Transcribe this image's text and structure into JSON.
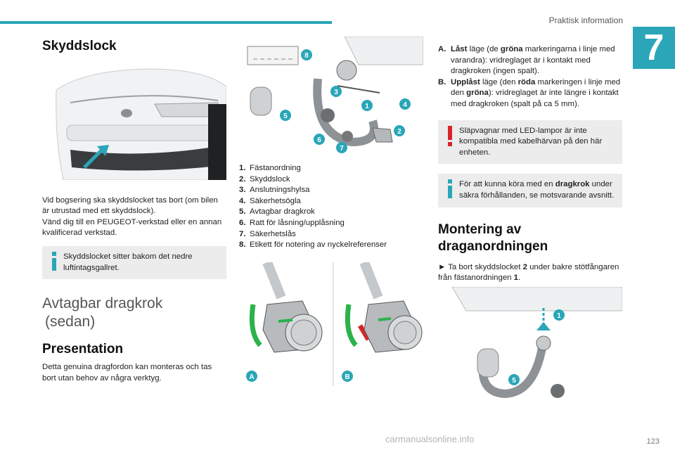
{
  "header": {
    "section": "Praktisk information",
    "chapter": "7"
  },
  "left": {
    "h_protect": "Skyddslock",
    "p1": "Vid bogsering ska skyddslocket tas bort (om bilen är utrustad med ett skyddslock).",
    "p2": "Vänd dig till en PEUGEOT-verkstad eller en annan kvalificerad verkstad.",
    "note": "Skyddslocket sitter bakom det nedre luftintagsgallret.",
    "h_tow_1": "Avtagbar dragkrok",
    "h_tow_2": "(sedan)",
    "h_pres": "Presentation",
    "p3": "Detta genuina dragfordon kan monteras och tas bort utan behov av några verktyg."
  },
  "middle": {
    "parts": [
      {
        "num": "1.",
        "label": "Fästanordning"
      },
      {
        "num": "2.",
        "label": "Skyddslock"
      },
      {
        "num": "3.",
        "label": "Anslutningshylsa"
      },
      {
        "num": "4.",
        "label": "Säkerhetsögla"
      },
      {
        "num": "5.",
        "label": "Avtagbar dragkrok"
      },
      {
        "num": "6.",
        "label": "Ratt för låsning/upplåsning"
      },
      {
        "num": "7.",
        "label": "Säkerhetslås"
      },
      {
        "num": "8.",
        "label": "Etikett för notering av nyckelreferenser"
      }
    ],
    "badges": [
      "8",
      "3",
      "1",
      "4",
      "5",
      "2",
      "6",
      "7"
    ],
    "badge_a": "A",
    "badge_b": "B"
  },
  "right": {
    "a_letter": "A.",
    "a_text_1": "Låst",
    "a_text_2": " läge (de ",
    "a_text_3": "gröna",
    "a_text_4": " markeringarna i linje med varandra): vridreglaget är i kontakt med dragkroken (ingen spalt).",
    "b_letter": "B.",
    "b_text_1": "Upplåst",
    "b_text_2": " läge (den ",
    "b_text_3": "röda",
    "b_text_4": " markeringen i linje med den ",
    "b_text_5": "gröna",
    "b_text_6": "): vridreglaget är inte längre i kontakt med dragkroken (spalt på ca 5 mm).",
    "warning": "Släpvagnar med LED-lampor är inte kompatibla med kabelhärvan på den här enheten.",
    "info_1": "För att kunna köra med en ",
    "info_2": "dragkrok",
    "info_3": " under säkra förhållanden, se motsvarande avsnitt.",
    "h_mount": "Montering av draganordningen",
    "mount_1": "► Ta bort skyddslocket ",
    "mount_2": "2",
    "mount_3": " under bakre stötfångaren från fästanordningen ",
    "mount_4": "1",
    "mount_5": ".",
    "badge_1": "1",
    "badge_5": "5"
  },
  "footer": {
    "page": "123",
    "watermark": "carmanualsonline.info"
  },
  "colors": {
    "accent": "#2aa6b8",
    "note_bg": "#ececec",
    "warn": "#d8232a",
    "green": "#2bb24c"
  }
}
